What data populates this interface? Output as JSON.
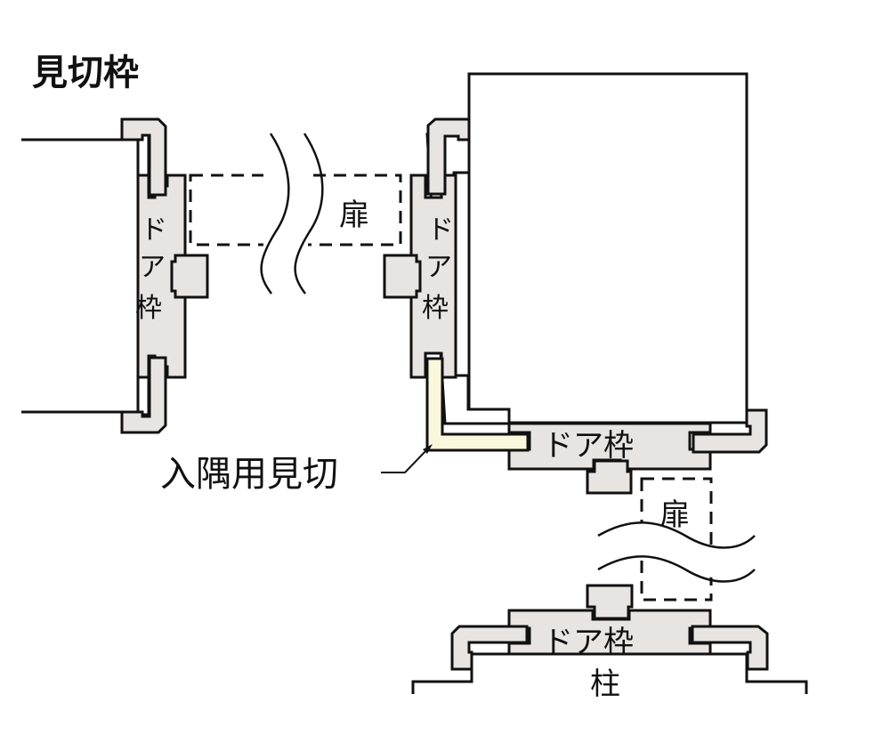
{
  "title": "見切枠",
  "labels": {
    "door_frame": "ドア枠",
    "door_frame_vertical": [
      "ド",
      "ア",
      "枠"
    ],
    "door": "扉",
    "pillar": "柱",
    "corner_trim": "入隅用見切"
  },
  "colors": {
    "frame_fill": "#e8e4e1",
    "corner_trim_fill": "#faf8dc",
    "outline": "#111111"
  }
}
